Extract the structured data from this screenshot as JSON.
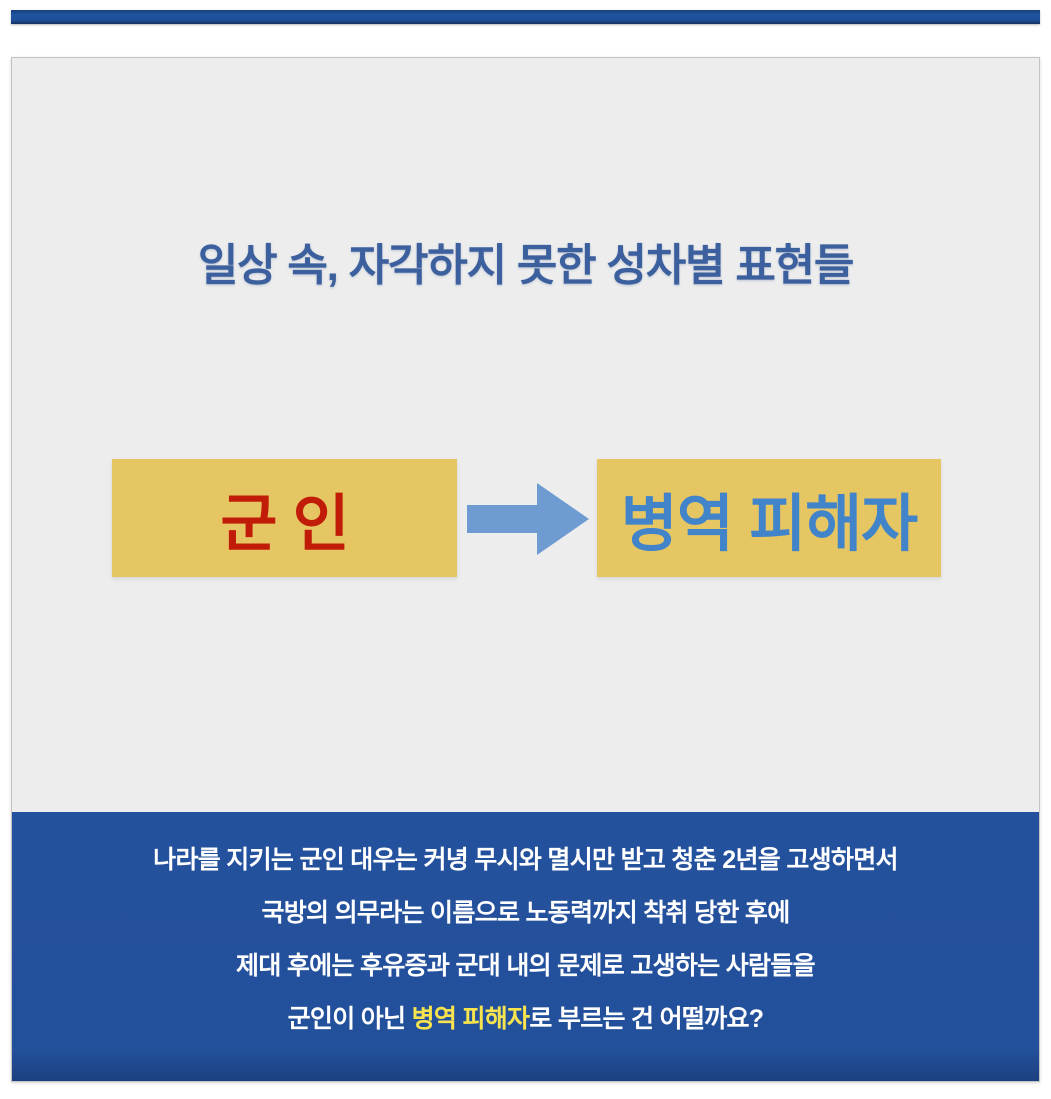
{
  "slide": {
    "headline": "일상 속, 자각하지 못한 성차별 표현들",
    "top_bar_color": "#1e4e96",
    "panel_bg_color": "#ededed",
    "term_box_color": "#e5c663",
    "caption_panel_color": "#24519d"
  },
  "transform": {
    "source_term": "군 인",
    "source_color": "#c11c08",
    "arrow_icon": "arrow-right-icon",
    "arrow_color": "#6e9bd2",
    "target_term": "병역 피해자",
    "target_color": "#4184ca"
  },
  "caption": {
    "lines": [
      {
        "text": "나라를 지키는 군인 대우는 커녕 무시와 멸시만 받고 청춘 2년을 고생하면서"
      },
      {
        "text": "국방의 의무라는 이름으로 노동력까지 착취 당한 후에"
      },
      {
        "text": "제대 후에는 후유증과 군대 내의 문제로 고생하는 사람들을"
      }
    ],
    "final_line": {
      "prefix": "군인이 아닌 ",
      "highlight": "병역 피해자",
      "suffix": "로 부르는 건 어떨까요?",
      "highlight_color": "#f6e34e"
    }
  }
}
